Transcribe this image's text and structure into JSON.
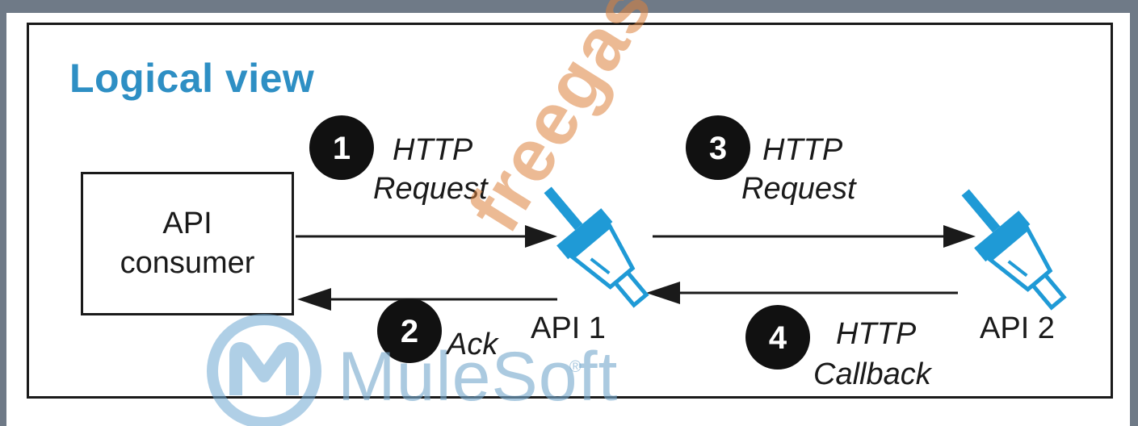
{
  "title": "Logical view",
  "consumer": {
    "line1": "API",
    "line2": "consumer"
  },
  "api1_label": "API 1",
  "api2_label": "API  2",
  "steps": [
    {
      "number": "1",
      "line1": "HTTP",
      "line2": "Request"
    },
    {
      "number": "2",
      "line1": "Ack",
      "line2": ""
    },
    {
      "number": "3",
      "line1": "HTTP",
      "line2": "Request"
    },
    {
      "number": "4",
      "line1": "HTTP",
      "line2": "Callback"
    }
  ],
  "watermark": {
    "brand": "MuleSoft",
    "reg": "®",
    "site": "freegas.com"
  },
  "colors": {
    "title": "#2e8fc4",
    "connector": "#1f9ad6",
    "arrow": "#1a1a1a",
    "badge": "#111111"
  },
  "icons": {
    "api1": "api-plug-icon",
    "api2": "api-plug-icon",
    "brand": "mulesoft-logo-icon"
  }
}
